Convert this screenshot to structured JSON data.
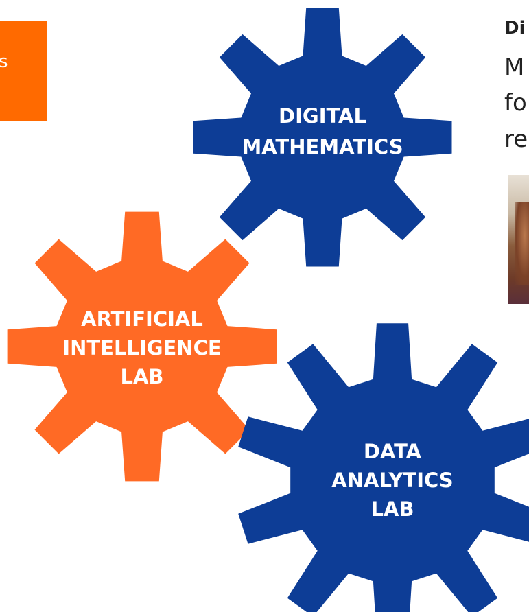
{
  "badge": {
    "text": "s"
  },
  "gears": {
    "digital_mathematics": {
      "line1": "DIGITAL",
      "line2": "MATHEMATICS",
      "color": "#0d3d96"
    },
    "ai_lab": {
      "line1": "ARTIFICIAL",
      "line2": "INTELLIGENCE",
      "line3": "LAB",
      "color": "#ff6a25"
    },
    "data_analytics": {
      "line1": "DATA",
      "line2": "ANALYTICS",
      "line3": "LAB",
      "color": "#0d3d96"
    }
  },
  "side_text": {
    "heading": "Di",
    "line1": "M",
    "line2": "fo",
    "line3": "re"
  }
}
